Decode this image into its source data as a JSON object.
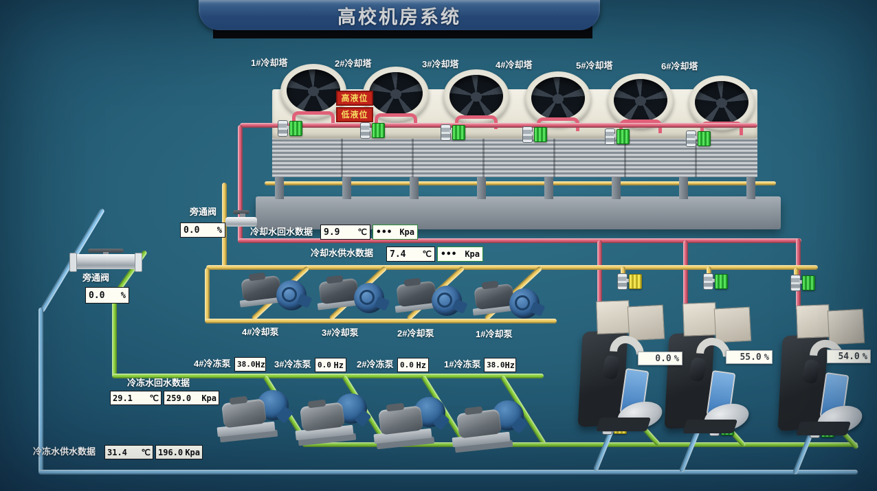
{
  "title": "高校机房系统",
  "cooling_towers": {
    "labels": [
      "1#冷却塔",
      "2#冷却塔",
      "3#冷却塔",
      "4#冷却塔",
      "5#冷却塔",
      "6#冷却塔"
    ],
    "high_level_label": "高液位",
    "low_level_label": "低液位"
  },
  "bypass_valve_top": {
    "label": "旁通阀",
    "value": "0.0",
    "unit": "%"
  },
  "bypass_valve_left": {
    "label": "旁通阀",
    "value": "0.0",
    "unit": "%"
  },
  "cooling_return": {
    "label": "冷却水回水数据",
    "temp": "9.9",
    "temp_unit": "℃",
    "pressure": "•••",
    "pressure_unit": "Kpa"
  },
  "cooling_supply": {
    "label": "冷却水供水数据",
    "temp": "7.4",
    "temp_unit": "℃",
    "pressure": "•••",
    "pressure_unit": "Kpa"
  },
  "cooling_pumps": {
    "labels": [
      "4#冷却泵",
      "3#冷却泵",
      "2#冷却泵",
      "1#冷却泵"
    ]
  },
  "chilled_pumps": [
    {
      "label": "4#冷冻泵",
      "freq": "38.0",
      "unit": "Hz"
    },
    {
      "label": "3#冷冻泵",
      "freq": "0.0",
      "unit": "Hz"
    },
    {
      "label": "2#冷冻泵",
      "freq": "0.0",
      "unit": "Hz"
    },
    {
      "label": "1#冷冻泵",
      "freq": "38.0",
      "unit": "Hz"
    }
  ],
  "chilled_return": {
    "label": "冷冻水回水数据",
    "temp": "29.1",
    "temp_unit": "℃",
    "pressure": "259.0",
    "pressure_unit": "Kpa"
  },
  "chilled_supply": {
    "label": "冷冻水供水数据",
    "temp": "31.4",
    "temp_unit": "℃",
    "pressure": "196.0",
    "pressure_unit": "Kpa"
  },
  "chillers": [
    {
      "load": "0.0",
      "unit": "%"
    },
    {
      "load": "55.0",
      "unit": "%"
    },
    {
      "load": "54.0",
      "unit": "%"
    }
  ],
  "colors": {
    "cooling_return_pipe": "#dd6078",
    "cooling_supply_pipe": "#ecc95e",
    "chilled_supply_pipe": "#8ad13d",
    "chilled_return_pipe": "#83c2ea",
    "banner_blue": "#2f568b",
    "alarm_red": "#c3241c"
  }
}
